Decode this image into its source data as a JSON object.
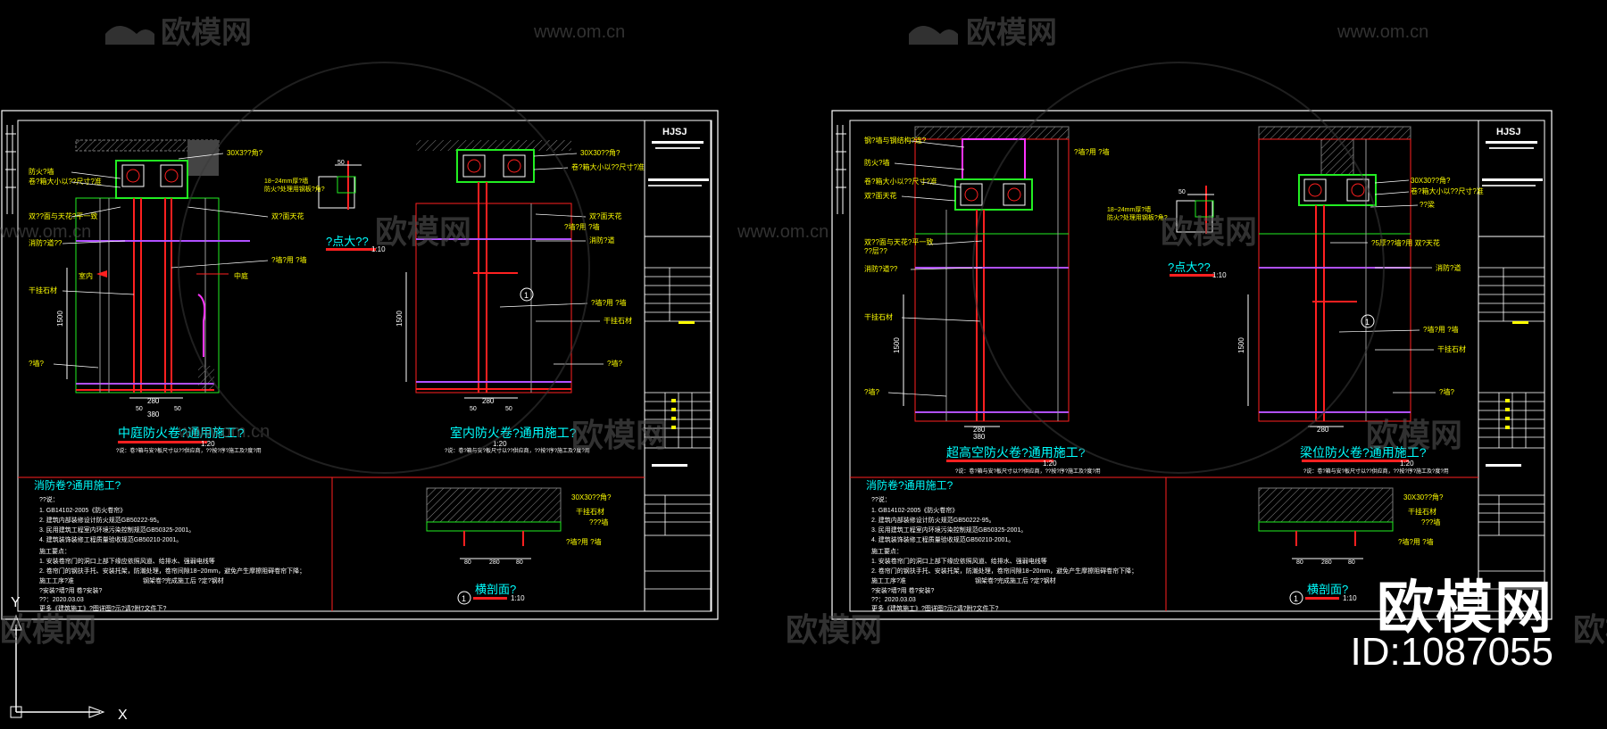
{
  "watermark": {
    "logo_text": "欧模网",
    "url_text": "www.om.cn",
    "big_text": "欧模网",
    "id_text": "ID:1087055"
  },
  "sheets": [
    {
      "title_block_logo": "HJSJ",
      "detail_a": {
        "title": "中庭防火卷?通用施工?",
        "scale": "1:20",
        "note": "?说：卷?箱与安?板尺寸以??供应商，??按?序?施工及?度?用",
        "labels": {
          "top_right": "30X3??角?",
          "l1": "防火?墙",
          "l2": "卷?箱大小以??尺寸?准",
          "l3": "双??面与天花?平一致",
          "l4": "消防?道??",
          "l5": "室内",
          "l6": "中庭",
          "l7": "干挂石材",
          "l8": "?墙?",
          "r1": "双?面天花",
          "r2": "?墙?用 ?墙",
          "dim_h": "1500",
          "dim_a": "280",
          "dim_b": "50",
          "dim_c": "50",
          "dim_d": "380"
        }
      },
      "detail_b": {
        "title": "室内防火卷?通用施工?",
        "scale": "1:20",
        "note": "?说：卷?箱与安?板尺寸以??供应商，??按?序?施工及?度?用",
        "labels": {
          "top_right": "30X30??角?",
          "r1": "卷?箱大小以??尺寸?准",
          "r2": "双?面天花",
          "r3": "?墙?用 ?墙",
          "r4": "消防?道",
          "r5": "?墙?用 ?墙",
          "r6": "干挂石材",
          "r7": "?墙?",
          "dim_h": "1500",
          "dim_a": "280",
          "dim_b": "50",
          "dim_c": "50",
          "circle": "1"
        }
      },
      "node": {
        "title": "?点大??",
        "scale": "1:10",
        "l1": "18~24mm厚?墙",
        "l2": "防火?处理用钢板?角?",
        "dim": "50"
      },
      "section": {
        "title": "横剖面?",
        "scale": "1:10",
        "circle": "1",
        "l1": "30X30??角?",
        "l2": "干挂石材",
        "l3": "???墙",
        "l4": "?墙?用 ?墙",
        "d1": "80",
        "d2": "280",
        "d3": "80"
      },
      "notes": {
        "heading": "消防卷?通用施工?",
        "sub1": "??说：",
        "lines": [
          "1. GB14102-2005《防火卷帘》",
          "2. 建筑内部装修设计防火规范GB50222-95。",
          "3. 民用建筑工程室内环境污染控制规范GB50325-2001。",
          "4. 建筑装饰装修工程质量验收规范GB50210-2001。",
          "施工要点：",
          "1. 安装卷帘门的洞口上部下缘应依照风道、给排水、强弱电线等",
          "2. 卷帘门的钢扶手托、安装托架，防潮处理，卷帘间隙18~20mm，避免产生摩擦阻碍卷帘下降；",
          "施工工序?准",
          "钢架卷?完成施工后 ?定?钢材",
          "?安装?墙?用 卷?安装?",
          "??：2020.03.03",
          "更多《建筑施工》?图详图?示?请?附?文件下?"
        ]
      }
    },
    {
      "title_block_logo": "HJSJ",
      "detail_a": {
        "title": "超高空防火卷?通用施工?",
        "scale": "1:20",
        "note": "?说：卷?箱与安?板尺寸以??供应商，??按?序?施工及?度?用",
        "labels": {
          "top_right": "?墙?用 ?墙",
          "l0": "钢?墙与钢结构?连?",
          "l1": "防火?墙",
          "l2": "卷?箱大小以??尺寸?准",
          "l3": "双?面天花",
          "l4": "双??面与天花?平一致",
          "l5": "??层??",
          "l6": "消防?道??",
          "l7": "干挂石材",
          "l8": "?墙?",
          "dim_h": "1500",
          "dim_a": "280",
          "dim_b": "380"
        }
      },
      "detail_b": {
        "title": "梁位防火卷?通用施工?",
        "scale": "1:20",
        "note": "?说：卷?箱与安?板尺寸以??供应商，??按?序?施工及?度?用",
        "labels": {
          "top_right": "30X30??角?",
          "r1": "卷?箱大小以??尺寸?准",
          "r2": "??梁",
          "r3": "?5厚??墙?用 双?天花",
          "r4": "消防?道",
          "r5": "?墙?用 ?墙",
          "r6": "干挂石材",
          "r7": "?墙?",
          "dim_h": "1500",
          "dim_a": "280",
          "circle": "1"
        }
      },
      "node": {
        "title": "?点大??",
        "scale": "1:10",
        "l1": "18~24mm厚?墙",
        "l2": "防火?处理用钢板?角?",
        "dim": "50"
      },
      "section": {
        "title": "横剖面?",
        "scale": "1:10",
        "circle": "1",
        "l1": "30X30??角?",
        "l2": "干挂石材",
        "l3": "???墙",
        "l4": "?墙?用 ?墙",
        "d1": "80",
        "d2": "280",
        "d3": "80"
      },
      "notes": {
        "heading": "消防卷?通用施工?",
        "sub1": "??说：",
        "lines": [
          "1. GB14102-2005《防火卷帘》",
          "2. 建筑内部装修设计防火规范GB50222-95。",
          "3. 民用建筑工程室内环境污染控制规范GB50325-2001。",
          "4. 建筑装饰装修工程质量验收规范GB50210-2001。",
          "施工要点：",
          "1. 安装卷帘门的洞口上部下缘应依照风道、给排水、强弱电线等",
          "2. 卷帘门的钢扶手托、安装托架，防潮处理，卷帘间隙18~20mm，避免产生摩擦阻碍卷帘下降；",
          "施工工序?准",
          "钢架卷?完成施工后 ?定?钢材",
          "?安装?墙?用 卷?安装?",
          "??：2020.03.03",
          "更多《建筑施工》?图详图?示?请?附?文件下?"
        ]
      }
    }
  ],
  "ucs": {
    "x_label": "X",
    "y_label": "Y"
  },
  "colors": {
    "bg": "#000000",
    "frame": "#ffffff",
    "red": "#ff2020",
    "green": "#22ee22",
    "yellow": "#ffff00",
    "cyan": "#00ffff",
    "magenta": "#ff33ff",
    "purple": "#b050ff",
    "gray": "#9a9a9a",
    "watermark": "#5a5a5a"
  }
}
